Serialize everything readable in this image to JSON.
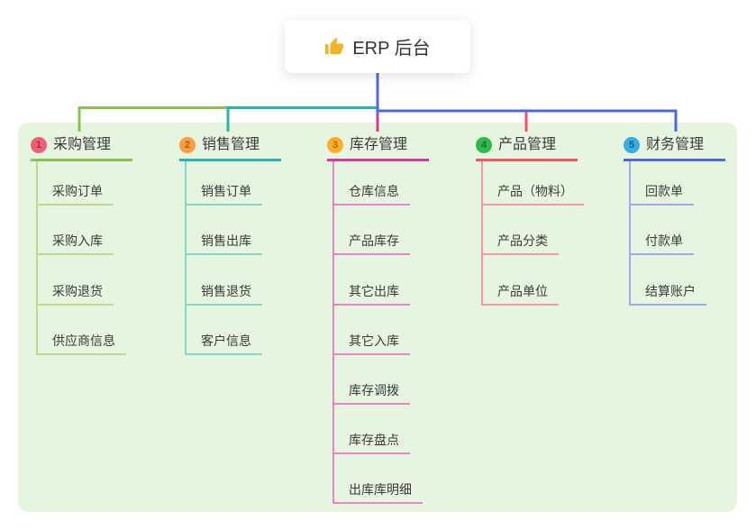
{
  "root": {
    "label": "ERP 后台",
    "icon": "thumbs-up-icon",
    "icon_color": "#f0b429"
  },
  "canvas": {
    "background": "#ffffff",
    "panel_background": "#e6f5e0",
    "text_color": "#3b3b3b",
    "root_connector_color": "#5568d8"
  },
  "branches": [
    {
      "number": "1",
      "label": "采购管理",
      "color": "#8cc152",
      "light_color": "#b8dc90",
      "badge_color": "#f35d76",
      "children": [
        "采购订单",
        "采购入库",
        "采购退货",
        "供应商信息"
      ]
    },
    {
      "number": "2",
      "label": "销售管理",
      "color": "#29b5ae",
      "light_color": "#84d5d0",
      "badge_color": "#fb9c44",
      "children": [
        "销售订单",
        "销售出库",
        "销售退货",
        "客户信息"
      ]
    },
    {
      "number": "3",
      "label": "库存管理",
      "color": "#d43a9b",
      "light_color": "#eb86c6",
      "badge_color": "#fcae26",
      "children": [
        "仓库信息",
        "产品库存",
        "其它出库",
        "其它入库",
        "库存调拨",
        "库存盘点",
        "出库库明细"
      ]
    },
    {
      "number": "4",
      "label": "产品管理",
      "color": "#f4555f",
      "light_color": "#f79ba0",
      "badge_color": "#30b850",
      "children": [
        "产品（物料）",
        "产品分类",
        "产品单位"
      ]
    },
    {
      "number": "5",
      "label": "财务管理",
      "color": "#4b69d9",
      "light_color": "#9cabe9",
      "badge_color": "#38aee6",
      "children": [
        "回款单",
        "付款单",
        "结算账户"
      ]
    }
  ]
}
